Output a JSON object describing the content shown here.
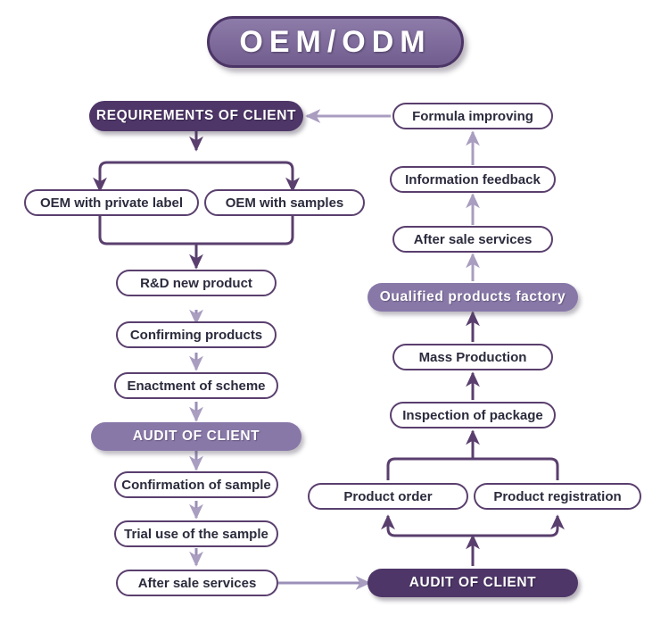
{
  "meta": {
    "background_color": "#ffffff",
    "accent_dark": "#4e3668",
    "accent_mid": "#8878a8",
    "accent_light_arrow": "#a99dc0",
    "box_border": "#5a3f6e",
    "box_text": "#2b2b3d"
  },
  "title": {
    "text": "OEM/ODM"
  },
  "left_column": {
    "requirements": "REQUIREMENTS OF CLIENT",
    "oem_private_label": "OEM with private label",
    "oem_samples": "OEM with samples",
    "rnd_new_product": "R&D new product",
    "confirming_products": "Confirming products",
    "enactment_of_scheme": "Enactment of scheme",
    "audit_of_client": "AUDIT OF CLIENT",
    "confirmation_of_sample": "Confirmation of sample",
    "trial_use_of_the_sample": "Trial use of the sample",
    "after_sale_services": "After sale services"
  },
  "right_column": {
    "formula_improving": "Formula improving",
    "information_feedback": "Information feedback",
    "after_sale_services": "After sale services",
    "qualified_products_factory": "Oualified products factory",
    "mass_production": "Mass Production",
    "inspection_of_package": "Inspection of package",
    "product_order": "Product order",
    "product_registration": "Product registration",
    "audit_of_client": "AUDIT OF CLIENT"
  }
}
